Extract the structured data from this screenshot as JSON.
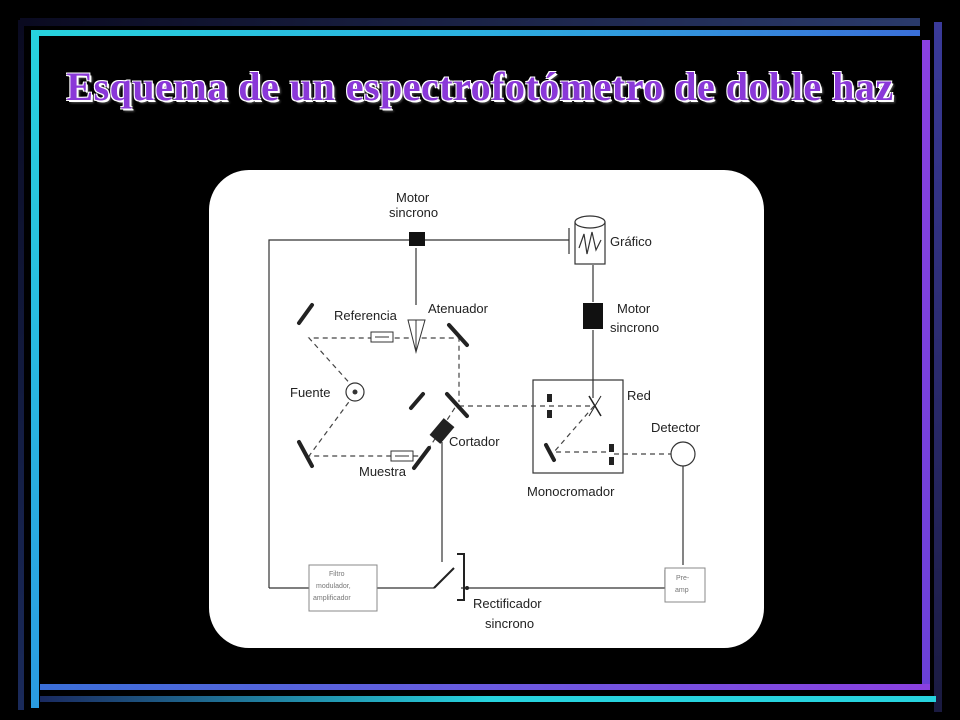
{
  "title": "Esquema de un espectrofotómetro de doble haz",
  "colors": {
    "background": "#000000",
    "title": "#8a38d8",
    "bar_cyan": "#27d3de",
    "bar_blue": "#3a6fd8",
    "bar_purple": "#8a40e0"
  },
  "diagram": {
    "labels": {
      "motor_top_1": "Motor",
      "motor_top_2": "sincrono",
      "grafico": "Gráfico",
      "motor_right_1": "Motor",
      "motor_right_2": "sincrono",
      "referencia": "Referencia",
      "atenuador": "Atenuador",
      "fuente": "Fuente",
      "red": "Red",
      "detector": "Detector",
      "cortador": "Cortador",
      "muestra": "Muestra",
      "monocromador": "Monocromador",
      "filtro_1": "Filtro",
      "filtro_2": "modulador,",
      "filtro_3": "amplificador",
      "preamp_1": "Pre-",
      "preamp_2": "amp",
      "rectificador_1": "Rectificador",
      "rectificador_2": "sincrono"
    }
  }
}
